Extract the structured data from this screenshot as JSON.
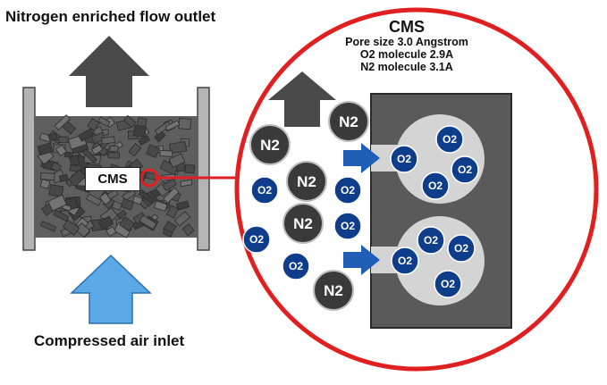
{
  "labels": {
    "outlet": "Nitrogen enriched flow outlet",
    "inlet": "Compressed air inlet",
    "cms_tag": "CMS"
  },
  "cms_info": {
    "title": "CMS",
    "pore_size": "Pore size 3.0 Angstrom",
    "o2_size": "O2 molecule 2.9A",
    "n2_size": "N2 molecule 3.1A"
  },
  "molecule_labels": {
    "n2": "N2",
    "o2": "O2"
  },
  "colors": {
    "zoom_circle": "#e02020",
    "n2_fill": "#3a3a3a",
    "o2_fill": "#0e3d8c",
    "arrow_blue": "#1f5fb8",
    "inlet_arrow": "#5aa9e6",
    "outlet_arrow": "#4a4a4a",
    "cms_block": "#5a5a5a",
    "pore": "#d4d4d4"
  }
}
